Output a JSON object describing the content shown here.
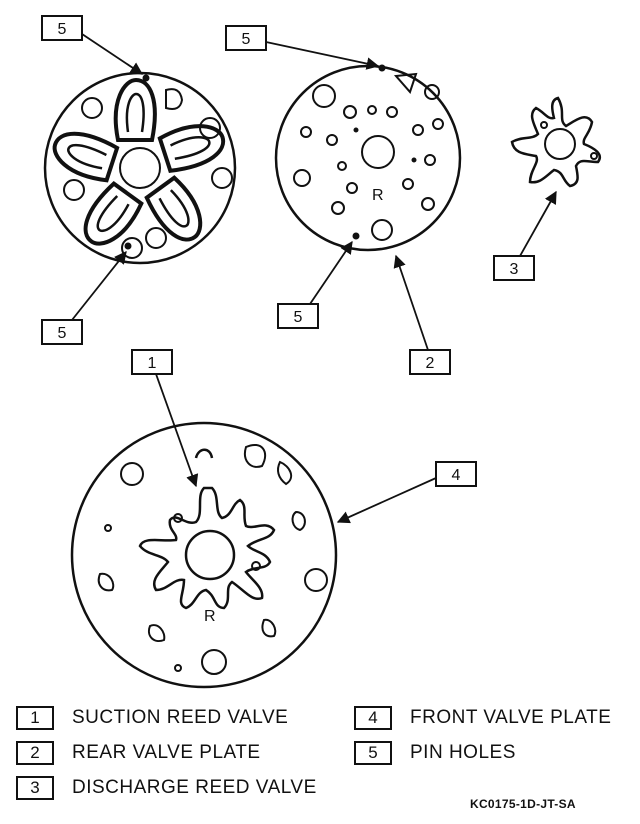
{
  "callouts": {
    "pin_holes_a": "5",
    "pin_holes_b": "5",
    "pin_holes_c": "5",
    "pin_holes_d": "5",
    "suction_reed_valve": "1",
    "rear_valve_plate": "2",
    "discharge_reed_valve": "3",
    "front_valve_plate": "4"
  },
  "plate_marks": {
    "rear_plate_letter": "R",
    "front_plate_letter": "R"
  },
  "legend": [
    {
      "number": "1",
      "label": "SUCTION REED VALVE"
    },
    {
      "number": "2",
      "label": "REAR VALVE PLATE"
    },
    {
      "number": "3",
      "label": "DISCHARGE REED VALVE"
    },
    {
      "number": "4",
      "label": "FRONT VALVE PLATE"
    },
    {
      "number": "5",
      "label": "PIN HOLES"
    }
  ],
  "figure_code": "KC0175-1D-JT-SA",
  "colors": {
    "ink": "#111111",
    "paper": "#ffffff"
  }
}
